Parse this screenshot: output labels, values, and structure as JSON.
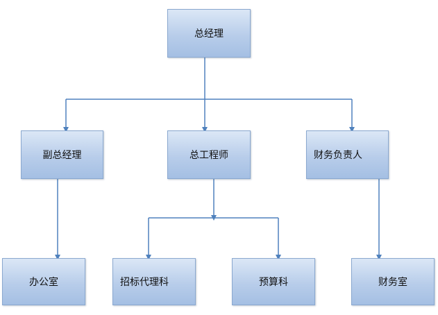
{
  "colors": {
    "connector": "#4f81bd",
    "box_border": "#8aa8cf",
    "box_fill_top": "#dbe7f6",
    "box_fill_bottom": "#a4bfe3"
  },
  "nodes": {
    "gm": "总经理",
    "deputy_gm": "副总经理",
    "chief_engineer": "总工程师",
    "finance_head": "财务负责人",
    "office": "办公室",
    "bidding_dept": "招标代理科",
    "budget_dept": "预算科",
    "finance_office": "财务室"
  }
}
